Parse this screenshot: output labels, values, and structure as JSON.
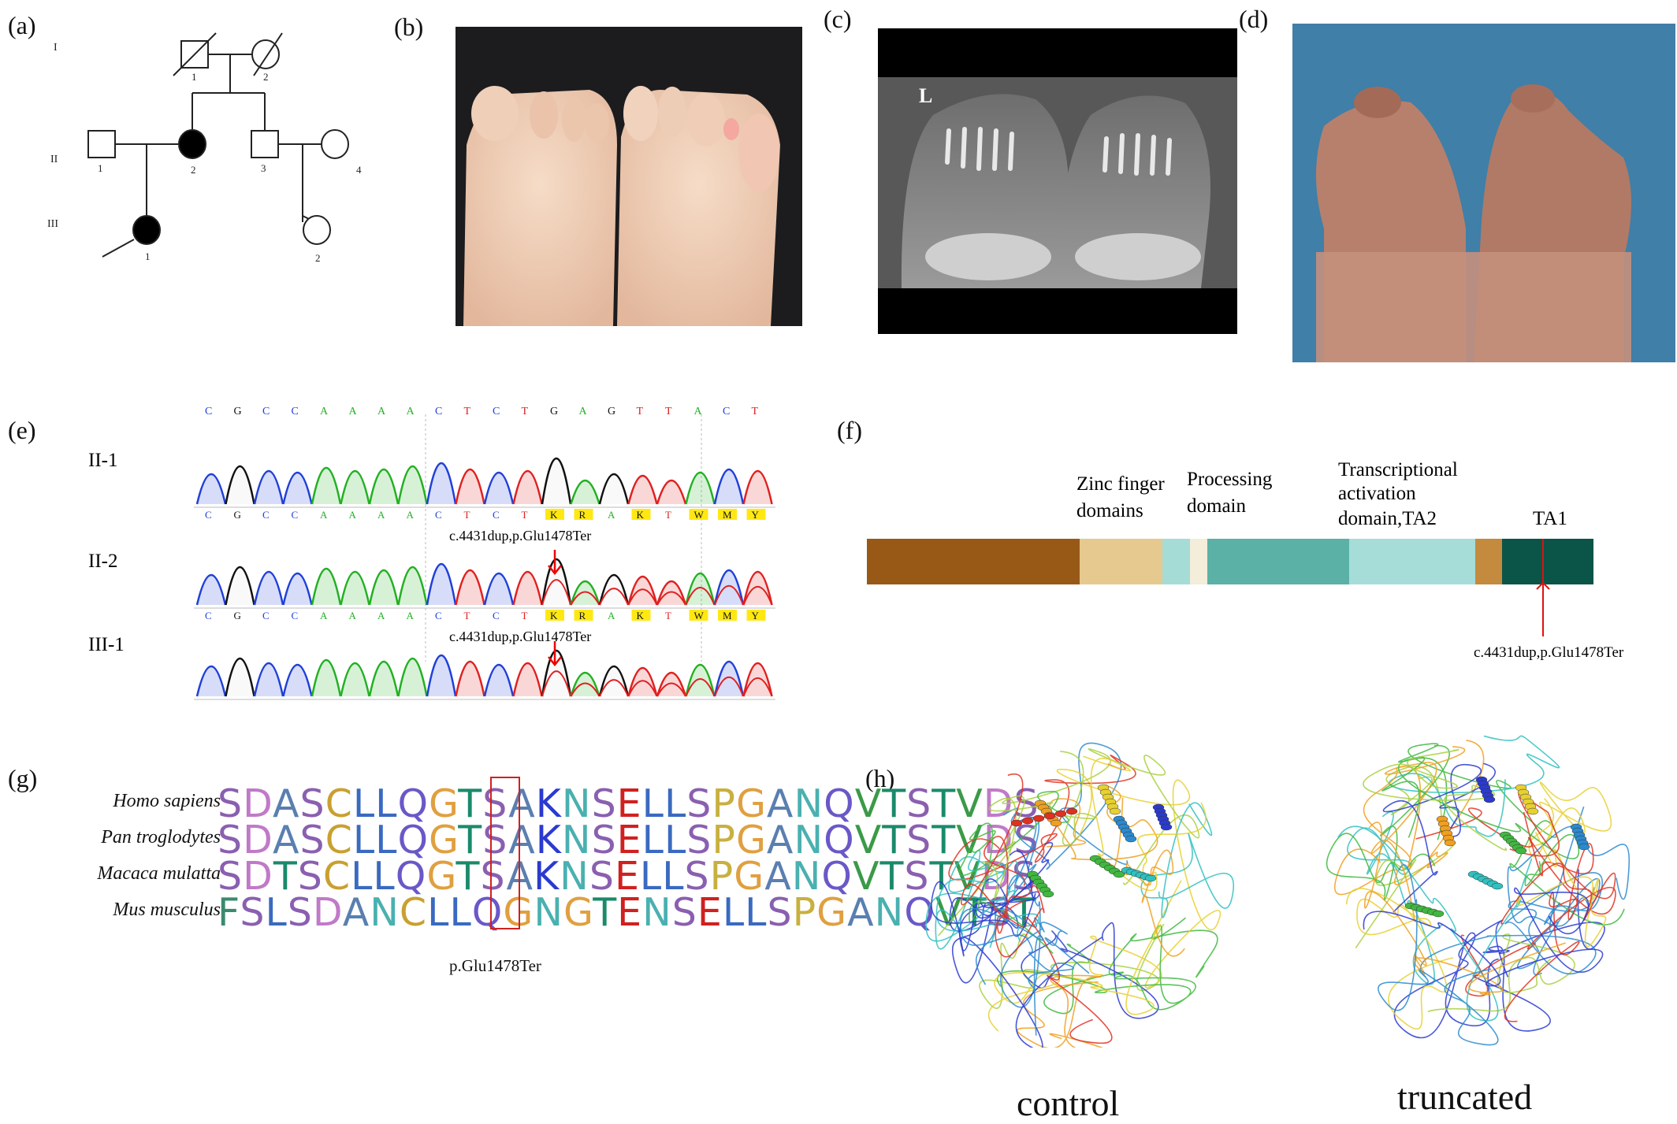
{
  "panels": {
    "a": "(a)",
    "b": "(b)",
    "c": "(c)",
    "d": "(d)",
    "e": "(e)",
    "f": "(f)",
    "g": "(g)",
    "h": "(h)"
  },
  "pedigree": {
    "generations": [
      "I",
      "II",
      "III"
    ],
    "gen1": [
      "1",
      "2"
    ],
    "gen2": [
      "1",
      "2",
      "3",
      "4"
    ],
    "gen3": [
      "1",
      "2"
    ]
  },
  "xray": {
    "side_marker": "L"
  },
  "chromatogram": {
    "ref_bases": [
      "C",
      "G",
      "C",
      "C",
      "A",
      "A",
      "A",
      "A",
      "C",
      "T",
      "C",
      "T",
      "G",
      "A",
      "G",
      "T",
      "T",
      "A",
      "C",
      "T"
    ],
    "samples": [
      {
        "label": "II-1",
        "bases": [
          "C",
          "G",
          "C",
          "C",
          "A",
          "A",
          "A",
          "A",
          "C",
          "T",
          "C",
          "T",
          "K",
          "R",
          "A",
          "K",
          "T",
          "W",
          "M",
          "Y"
        ],
        "mutation": "c.4431dup,p.Glu1478Ter"
      },
      {
        "label": "II-2",
        "bases": [
          "C",
          "G",
          "C",
          "C",
          "A",
          "A",
          "A",
          "A",
          "C",
          "T",
          "C",
          "T",
          "K",
          "R",
          "A",
          "K",
          "T",
          "W",
          "M",
          "Y"
        ],
        "mutation": "c.4431dup,p.Glu1478Ter"
      },
      {
        "label": "III-1"
      }
    ]
  },
  "domains": {
    "labels": {
      "zinc": [
        "Zinc finger",
        "domains"
      ],
      "processing": [
        "Processing",
        "domain"
      ],
      "ta2": [
        "Transcriptional",
        "activation",
        "domain,TA2"
      ],
      "ta1": "TA1"
    },
    "mutation": "c.4431dup,p.Glu1478Ter",
    "colors": [
      "#985917",
      "#e5c98f",
      "#a5dcd6",
      "#f3edd9",
      "#5bb1a6",
      "#a6ddd8",
      "#c48a3d",
      "#0b5448"
    ]
  },
  "alignment": {
    "rows": [
      {
        "species": "Homo sapiens",
        "seq": "SDASCLLQGTSAKNSELLSPGANQVTSTVDS"
      },
      {
        "species": "Pan troglodytes",
        "seq": "SDASCLLQGTSAKNSELLSPGANQVTSTVDS"
      },
      {
        "species": "Macaca mulatta",
        "seq": "SDTSCLLQGTSAKNSELLSPGANQVTSTVDS"
      },
      {
        "species": "Mus musculus",
        "seq": "FSLSDANCLLQGNGTENSELLSPGANQVTST"
      }
    ],
    "caption": "p.Glu1478Ter"
  },
  "structures": {
    "left": "control",
    "right": "truncated"
  }
}
